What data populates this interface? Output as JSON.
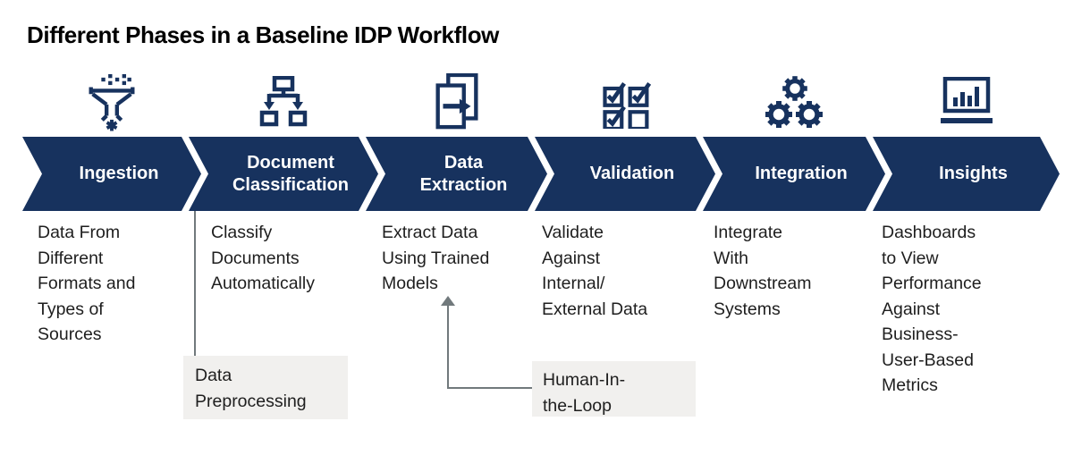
{
  "title": "Different Phases in a Baseline IDP Workflow",
  "colors": {
    "navy": "#17325e",
    "label_text": "#ffffff",
    "callout_bg": "#f1f0ee",
    "connector": "#71797c"
  },
  "phases": [
    {
      "icon": "funnel-ingestion-icon",
      "label": "Ingestion",
      "description": "Data From\nDifferent\nFormats and\nTypes of\nSources"
    },
    {
      "icon": "document-classification-icon",
      "label": "Document\nClassification",
      "description": "Classify\nDocuments\nAutomatically"
    },
    {
      "icon": "data-extraction-icon",
      "label": "Data\nExtraction",
      "description": "Extract Data\nUsing Trained\nModels"
    },
    {
      "icon": "validation-checkboxes-icon",
      "label": "Validation",
      "description": "Validate\nAgainst\nInternal/\nExternal Data"
    },
    {
      "icon": "integration-gears-icon",
      "label": "Integration",
      "description": "Integrate\nWith\nDownstream\nSystems"
    },
    {
      "icon": "insights-dashboard-icon",
      "label": "Insights",
      "description": "Dashboards\nto View\nPerformance\nAgainst\nBusiness-\nUser-Based\nMetrics"
    }
  ],
  "callouts": [
    {
      "label": "Data\nPreprocessing"
    },
    {
      "label": "Human-In-\nthe-Loop"
    }
  ]
}
